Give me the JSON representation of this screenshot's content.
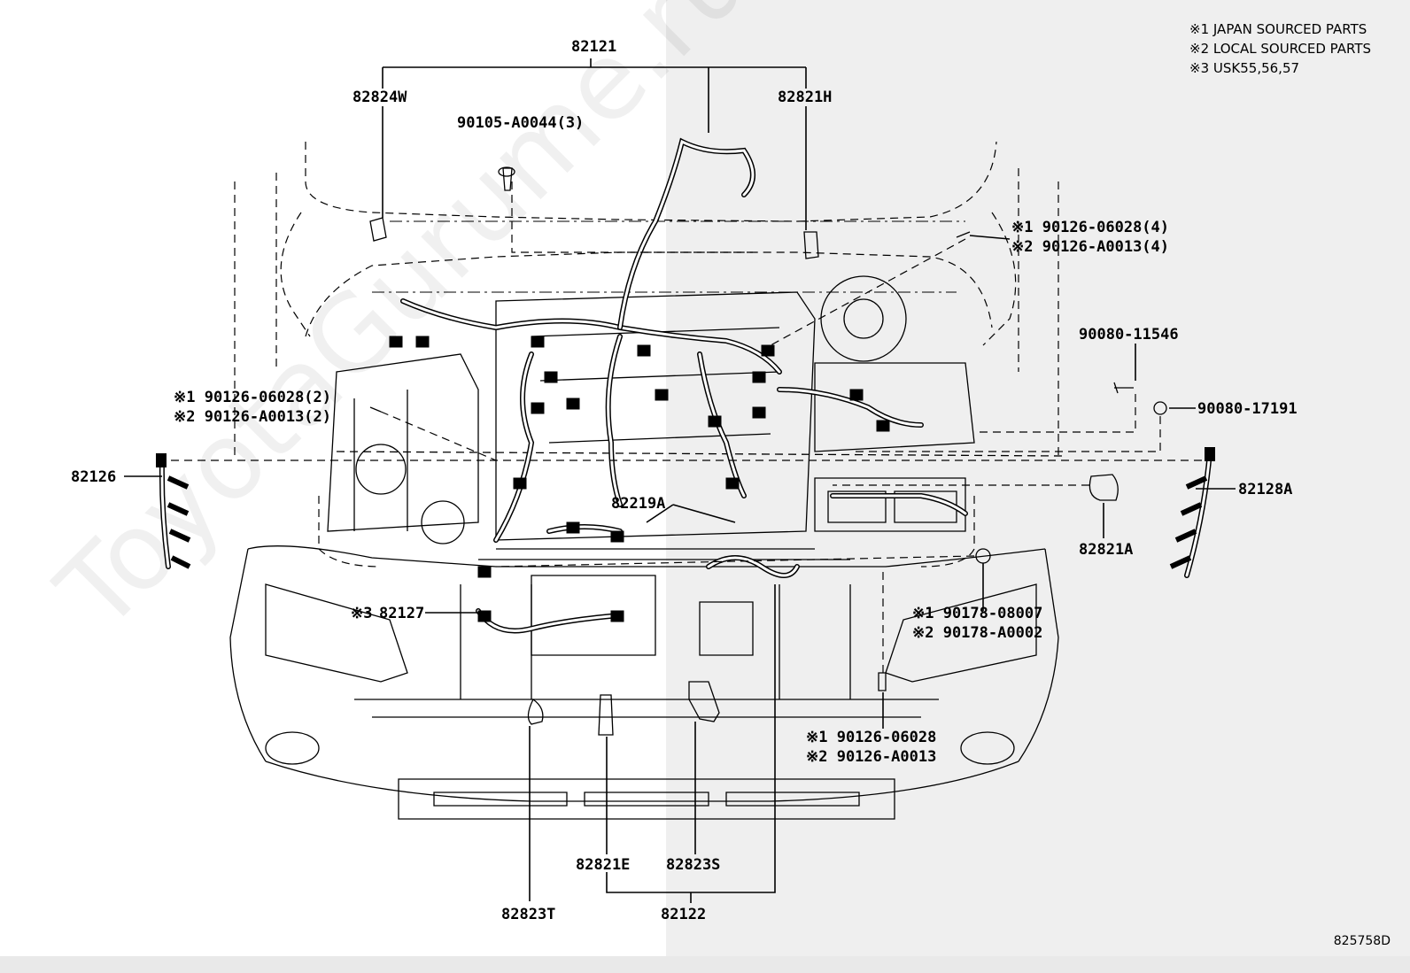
{
  "legend": [
    "※1 JAPAN SOURCED PARTS",
    "※2 LOCAL SOURCED PARTS",
    "※3 USK55,56,57"
  ],
  "watermark": "ToyotaGurume.ru",
  "figure_code": "825758D",
  "labels": {
    "p82121": "82121",
    "p82824W": "82824W",
    "p82821H": "82821H",
    "p90105": "90105-A0044(3)",
    "p90126_4a": "※1 90126-06028(4)",
    "p90126_4b": "※2 90126-A0013(4)",
    "p90080_11546": "90080-11546",
    "p90080_17191": "90080-17191",
    "p90126_2a": "※1 90126-06028(2)",
    "p90126_2b": "※2 90126-A0013(2)",
    "p82126": "82126",
    "p82128A": "82128A",
    "p82219A": "82219A",
    "p82821A": "82821A",
    "p82127": "82127",
    "p82127_note": "※3",
    "p90178a": "※1 90178-08007",
    "p90178b": "※2 90178-A0002",
    "p90126a": "※1 90126-06028",
    "p90126b": "※2 90126-A0013",
    "p82821E": "82821E",
    "p82823S": "82823S",
    "p82823T": "82823T",
    "p82122": "82122"
  }
}
